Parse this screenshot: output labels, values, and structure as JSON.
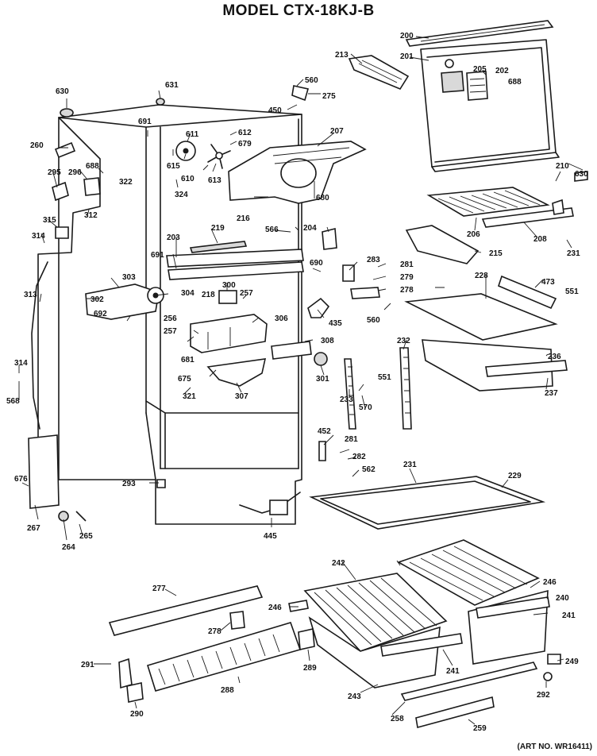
{
  "title": "MODEL CTX-18KJ-B",
  "art_number": "(ART NO. WR16411)",
  "part_labels": [
    "200",
    "201",
    "205",
    "202",
    "688",
    "213",
    "560",
    "275",
    "450",
    "207",
    "612",
    "679",
    "611",
    "615",
    "610",
    "613",
    "680",
    "630",
    "631",
    "691",
    "260",
    "295",
    "296",
    "688",
    "322",
    "324",
    "315",
    "314",
    "312",
    "216",
    "219",
    "566",
    "204",
    "203",
    "691",
    "690",
    "283",
    "281",
    "279",
    "278",
    "560",
    "215",
    "228",
    "473",
    "551",
    "210",
    "630",
    "206",
    "208",
    "231",
    "303",
    "300",
    "257",
    "302",
    "304",
    "218",
    "256",
    "692",
    "435",
    "306",
    "257",
    "308",
    "681",
    "675",
    "301",
    "307",
    "321",
    "232",
    "236",
    "237",
    "313",
    "314",
    "568",
    "233",
    "551",
    "570",
    "452",
    "281",
    "282",
    "562",
    "231",
    "229",
    "676",
    "293",
    "267",
    "264",
    "265",
    "445",
    "242",
    "246",
    "240",
    "241",
    "277",
    "246",
    "278",
    "291",
    "288",
    "289",
    "241",
    "243",
    "249",
    "292",
    "290",
    "258",
    "259"
  ]
}
